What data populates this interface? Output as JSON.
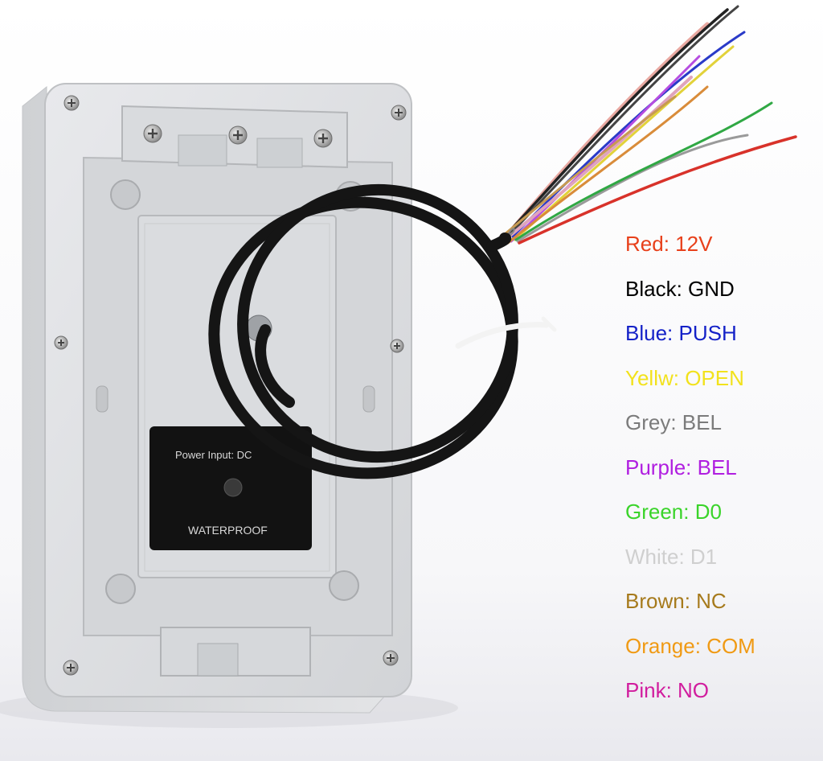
{
  "product_text": {
    "power_input": "Power Input: DC",
    "waterproof": "WATERPROOF"
  },
  "colors": {
    "background": "#ffffff",
    "casing": "#dcdee1",
    "cable": "#151515",
    "label_plate": "#121212"
  },
  "wire_labels": [
    {
      "text": "Red: 12V",
      "color": "#e8401a"
    },
    {
      "text": "Black: GND",
      "color": "#000000"
    },
    {
      "text": "Blue: PUSH",
      "color": "#1421c8"
    },
    {
      "text": "Yellw: OPEN",
      "color": "#f2e21c"
    },
    {
      "text": "Grey: BEL",
      "color": "#7b7b7b"
    },
    {
      "text": "Purple: BEL",
      "color": "#b01ee0"
    },
    {
      "text": "Green: D0",
      "color": "#3ad42a"
    },
    {
      "text": "White: D1",
      "color": "#cfcfcf"
    },
    {
      "text": "Brown: NC",
      "color": "#a67a1c"
    },
    {
      "text": "Orange: COM",
      "color": "#f09a14"
    },
    {
      "text": "Pink: NO",
      "color": "#d11d9e"
    }
  ]
}
